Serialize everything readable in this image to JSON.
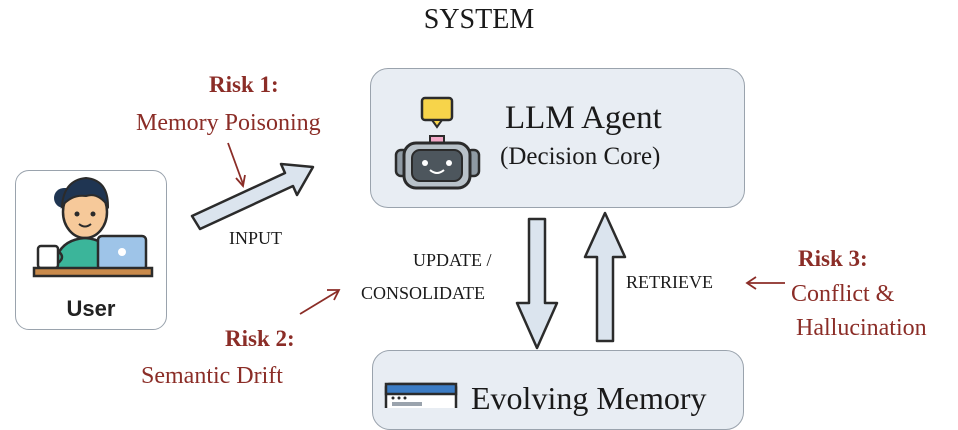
{
  "title": "SYSTEM",
  "agent": {
    "title": "LLM Agent",
    "subtitle": "(Decision Core)"
  },
  "memory": {
    "title": "Evolving Memory"
  },
  "user": {
    "label": "User"
  },
  "flows": {
    "input": "INPUT",
    "update_line1": "UPDATE /",
    "update_line2": "CONSOLIDATE",
    "retrieve": "RETRIEVE"
  },
  "risks": [
    {
      "title": "Risk 1:",
      "lines": [
        "Memory Poisoning"
      ]
    },
    {
      "title": "Risk 2:",
      "lines": [
        "Semantic Drift"
      ]
    },
    {
      "title": "Risk 3:",
      "lines": [
        "Conflict &",
        "Hallucination"
      ]
    }
  ],
  "colors": {
    "risk": "#8b2d27",
    "box_fill": "#e8edf3",
    "arrow_fill": "#dbe4ee",
    "arrow_stroke": "#2b2b2b"
  },
  "icons": [
    "robot-icon",
    "user-laptop-icon",
    "memory-window-icon"
  ]
}
